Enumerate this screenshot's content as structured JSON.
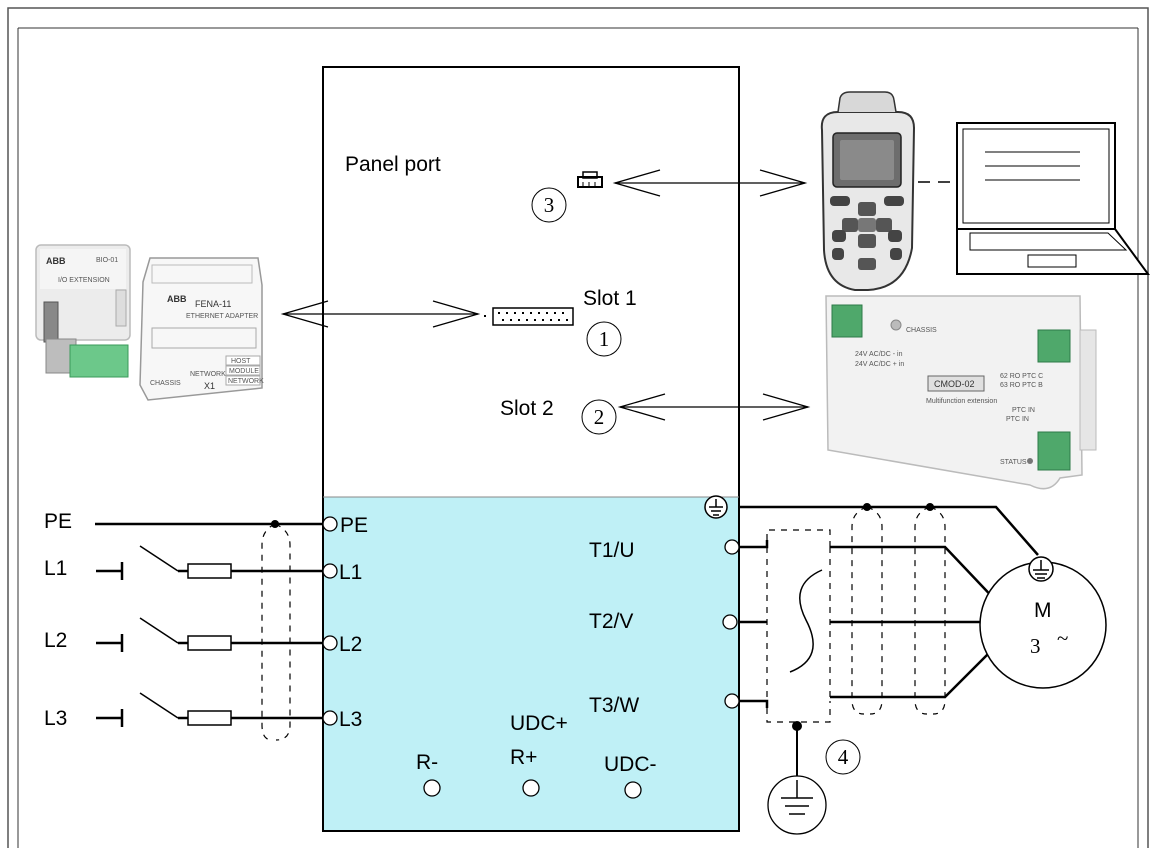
{
  "labels": {
    "panel_port": "Panel  port",
    "slot1": "Slot  1",
    "slot2": "Slot 2",
    "pe_left": "PE",
    "pe_term": "PE",
    "l1": "L1",
    "l2": "L2",
    "l3": "L3",
    "l1_term": "L1",
    "l2_term": "L2",
    "l3_term": "L3",
    "t1": "T1/U",
    "t2": "T2/V",
    "t3": "T3/W",
    "r_minus": "R-",
    "udc_plus": "UDC+",
    "r_plus": "R+",
    "udc_minus": "UDC-",
    "motor_m": "M",
    "motor_3": "3",
    "motor_tilde": "~"
  },
  "callouts": {
    "one": "1",
    "two": "2",
    "three": "3",
    "four": "4"
  },
  "module_text": {
    "bio_brand": "ABB",
    "bio_model": "BIO-01",
    "bio_name": "I/O EXTENSION",
    "fena_brand": "ABB",
    "fena_model": "FENA-11",
    "fena_name": "ETHERNET ADAPTER",
    "fena_network": "NETWORK",
    "fena_x1": "X1",
    "fena_chassis": "CHASSIS",
    "fena_host": "HOST",
    "fena_module": "MODULE",
    "fena_netw": "NETWORK",
    "cmod_name": "CMOD-02",
    "cmod_desc": "Multifunction extension",
    "cmod_chassis": "CHASSIS",
    "cmod_status": "STATUS",
    "cmod_ptc1": "PTC IN",
    "cmod_ptc2": "PTC IN",
    "cmod_ro1": "62 RO PTC C",
    "cmod_ro2": "63 RO PTC B",
    "cmod_24v1": "24V AC/DC - in",
    "cmod_24v2": "24V AC/DC + in"
  },
  "colors": {
    "power_section": "#bff0f6",
    "line": "#000000"
  }
}
